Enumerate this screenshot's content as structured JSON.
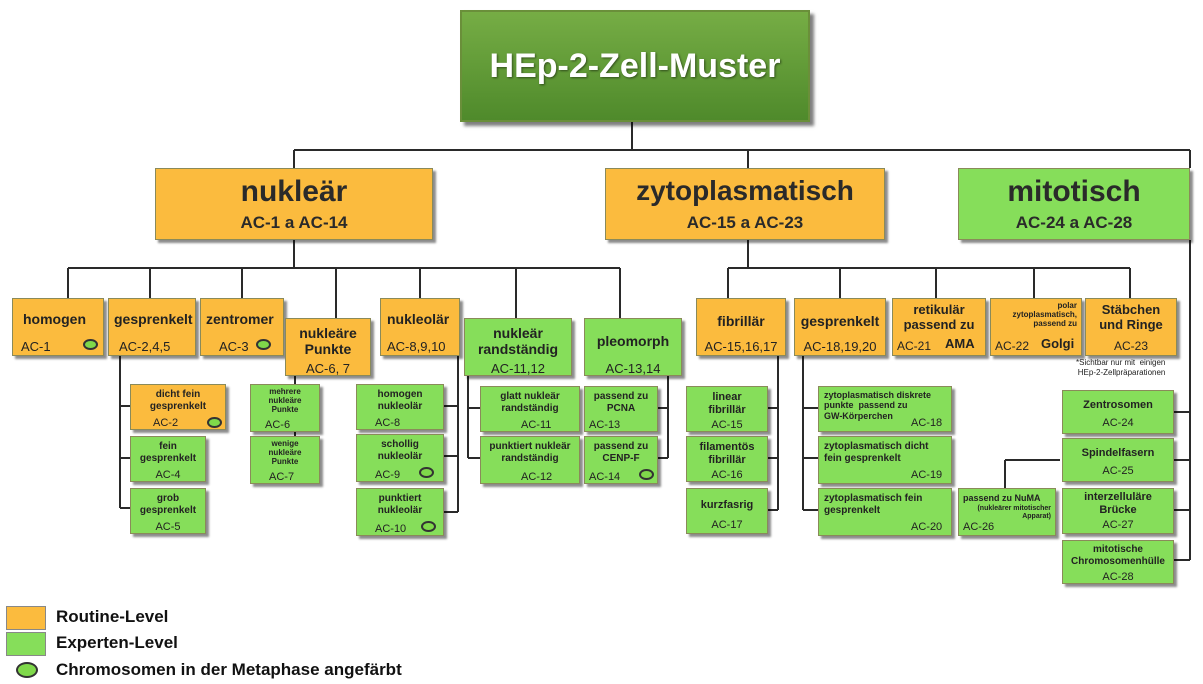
{
  "title": "HEp-2-Zell-Muster",
  "categories": {
    "nuklear": {
      "name": "nukleär",
      "range": "AC-1 a AC-14"
    },
    "zyto": {
      "name": "zytoplasmatisch",
      "range": "AC-15 a AC-23"
    },
    "mito": {
      "name": "mitotisch",
      "range": "AC-24 a AC-28"
    }
  },
  "boxes": {
    "homogen": {
      "label": "homogen",
      "code": "AC-1"
    },
    "gesprenkelt_n": {
      "label": "gesprenkelt",
      "code": "AC-2,4,5"
    },
    "zentromer": {
      "label": "zentromer",
      "code": "AC-3"
    },
    "punkte": {
      "label": "nukleäre\nPunkte",
      "code": "AC-6, 7"
    },
    "nukleolar": {
      "label": "nukleolär",
      "code": "AC-8,9,10"
    },
    "randstandig": {
      "label": "nukleär\nrandständig",
      "code": "AC-11,12"
    },
    "pleomorph": {
      "label": "pleomorph",
      "code": "AC-13,14"
    },
    "fibrillar": {
      "label": "fibrillär",
      "code": "AC-15,16,17"
    },
    "gesprenkelt_z": {
      "label": "gesprenkelt",
      "code": "AC-18,19,20"
    },
    "retikular": {
      "label": "retikulär\npassend zu",
      "label2": "AMA",
      "code": "AC-21"
    },
    "polar": {
      "label": "polar\nzytoplasmatisch,\npassend zu",
      "label2": "Golgi",
      "code": "AC-22"
    },
    "staebchen": {
      "label": "Stäbchen\nund Ringe",
      "code": "AC-23"
    },
    "dichtfein": {
      "label": "dicht fein\ngesprenkelt",
      "code": "AC-2"
    },
    "fein": {
      "label": "fein\ngesprenkelt",
      "code": "AC-4"
    },
    "grob": {
      "label": "grob\ngesprenkelt",
      "code": "AC-5"
    },
    "mehrere": {
      "label": "mehrere\nnukleäre\nPunkte",
      "code": "AC-6"
    },
    "wenige": {
      "label": "wenige\nnukleäre\nPunkte",
      "code": "AC-7"
    },
    "homnuk": {
      "label": "homogen\nnukleolär",
      "code": "AC-8"
    },
    "schollig": {
      "label": "schollig\nnukleolär",
      "code": "AC-9"
    },
    "punktnuk": {
      "label": "punktiert\nnukleolär",
      "code": "AC-10"
    },
    "glatt": {
      "label": "glatt nukleär\nrandständig",
      "code": "AC-11"
    },
    "punktrand": {
      "label": "punktiert nukleär\nrandständig",
      "code": "AC-12"
    },
    "pcna": {
      "label": "passend zu\nPCNA",
      "code": "AC-13"
    },
    "cenpf": {
      "label": "passend zu\nCENP-F",
      "code": "AC-14"
    },
    "linear": {
      "label": "linear\nfibrillär",
      "code": "AC-15"
    },
    "filament": {
      "label": "filamentös\nfibrillär",
      "code": "AC-16"
    },
    "kurz": {
      "label": "kurzfasrig",
      "code": "AC-17"
    },
    "gw": {
      "label": "zytoplasmatisch diskrete\npunkte  passend zu\nGW-Körperchen",
      "code": "AC-18"
    },
    "zdicht": {
      "label": "zytoplasmatisch dicht\nfein gesprenkelt",
      "code": "AC-19"
    },
    "zfein": {
      "label": "zytoplasmatisch fein\ngesprenkelt",
      "code": "AC-20"
    },
    "numa": {
      "label": "passend zu NuMA",
      "sub": "(nukleärer mitotischer\nApparat)",
      "code": "AC-26"
    },
    "zentrosomen": {
      "label": "Zentrosomen",
      "code": "AC-24"
    },
    "spindel": {
      "label": "Spindelfasern",
      "code": "AC-25"
    },
    "bruecke": {
      "label": "interzelluläre\nBrücke",
      "code": "AC-27"
    },
    "chromhuelle": {
      "label": "mitotische\nChromosomenhülle",
      "code": "AC-28"
    }
  },
  "note": "*Sichtbar nur mit  einigen\nHEp-2-Zellpräparationen",
  "legend": {
    "routine": "Routine-Level",
    "experten": "Experten-Level",
    "chromosomen": "Chromosomen in der Metaphase angefärbt"
  },
  "colors": {
    "routine": "#fbbb3e",
    "experten": "#86de5a",
    "title": "#5a9a30"
  }
}
